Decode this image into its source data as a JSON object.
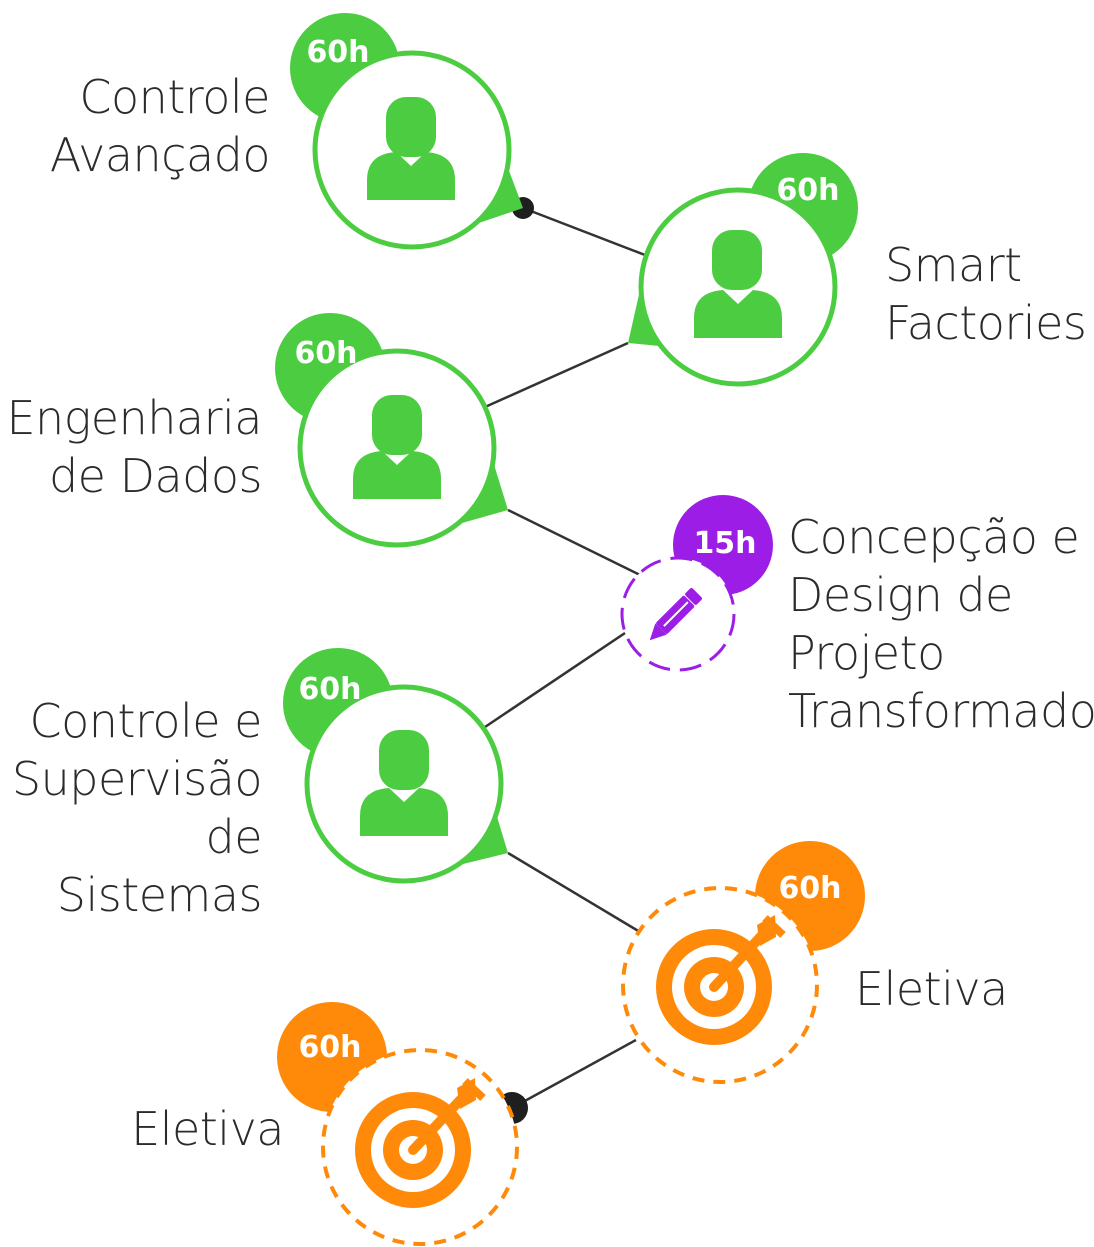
{
  "colors": {
    "green": "#4ccd41",
    "purple": "#9b1de6",
    "orange": "#ff8a0a",
    "line": "#333333",
    "text": "#2b2b2b"
  },
  "modules": [
    {
      "title": "Controle\nAvançado",
      "hours": "60h",
      "kind": "green",
      "icon": "user-icon"
    },
    {
      "title": "Smart\nFactories",
      "hours": "60h",
      "kind": "green",
      "icon": "user-icon"
    },
    {
      "title": "Engenharia\nde Dados",
      "hours": "60h",
      "kind": "green",
      "icon": "user-icon"
    },
    {
      "title": "Concepção e\nDesign de\nProjeto\nTransformador",
      "hours": "15h",
      "kind": "purple",
      "icon": "pencil-icon"
    },
    {
      "title": "Controle e\nSupervisão\nde Sistemas",
      "hours": "60h",
      "kind": "green",
      "icon": "user-icon"
    },
    {
      "title": "Eletiva",
      "hours": "60h",
      "kind": "orange",
      "icon": "target-icon"
    },
    {
      "title": "Eletiva",
      "hours": "60h",
      "kind": "orange",
      "icon": "target-icon"
    }
  ]
}
